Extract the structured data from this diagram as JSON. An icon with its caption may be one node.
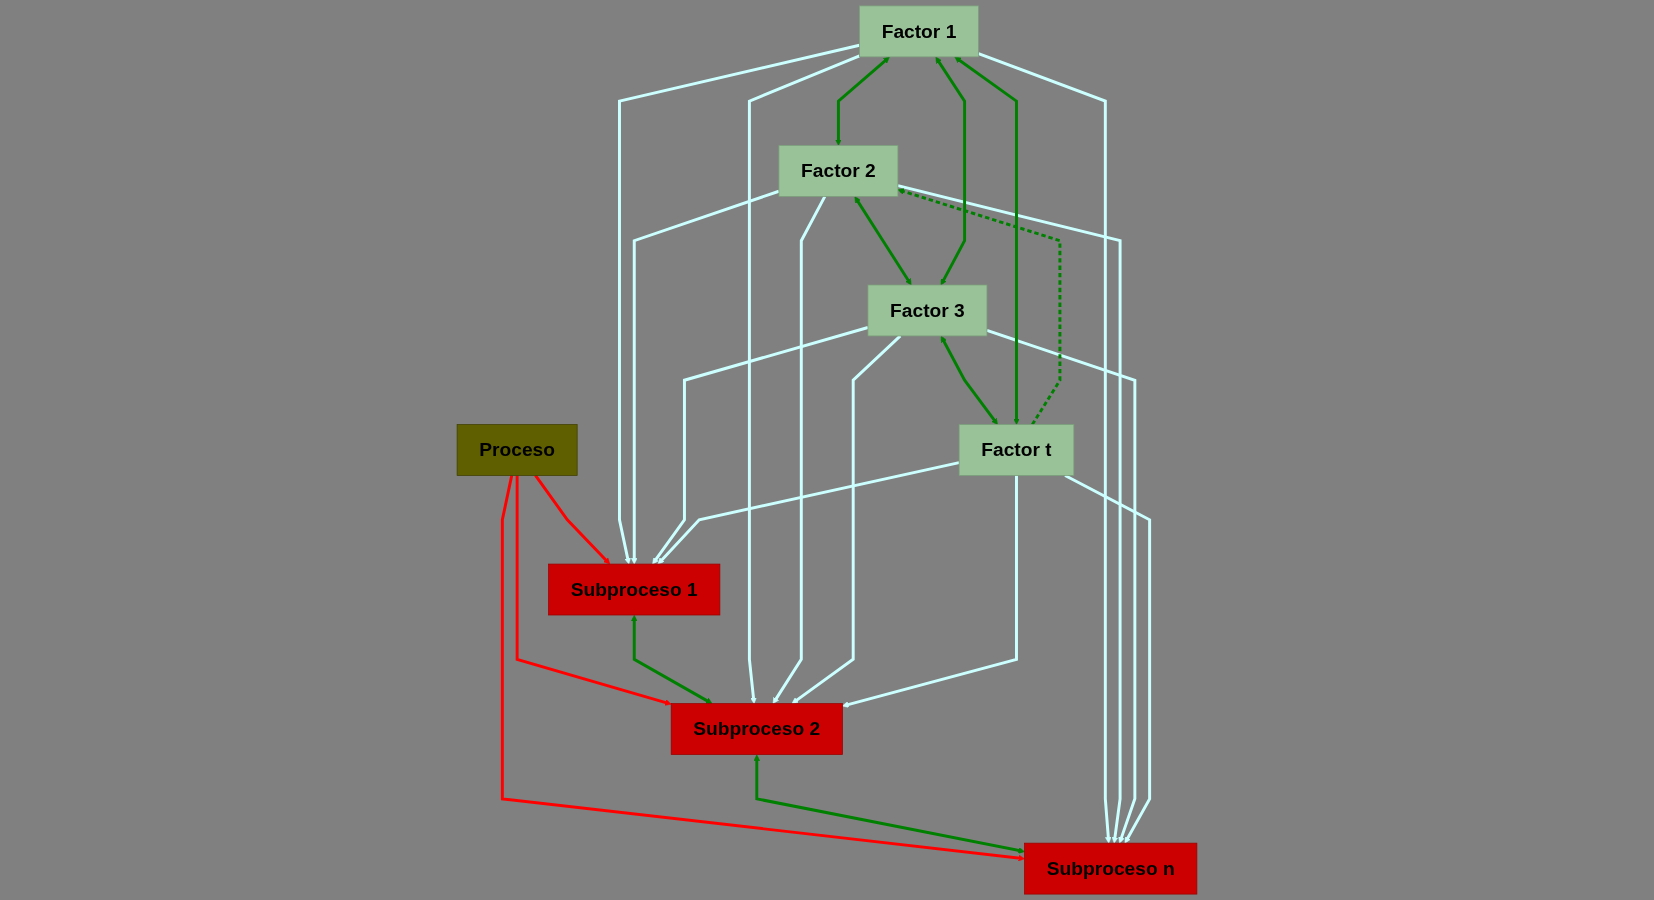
{
  "diagram": {
    "nodes": [
      {
        "text": [
          "Proceso"
        ]
      },
      {
        "text": [
          "Subproceso 1"
        ]
      },
      {
        "text": [
          "Subproceso 2"
        ]
      },
      {
        "text": [
          "Subproceso n"
        ]
      },
      {
        "text": [
          "Factor 1"
        ]
      },
      {
        "text": [
          "Factor 2"
        ]
      },
      {
        "text": [
          "Factor 3"
        ]
      },
      {
        "text": [
          "Factor t"
        ]
      }
    ],
    "edges": [
      {
        "from": 0,
        "to": 1,
        "arrow": "to",
        "color": "#ff0000"
      },
      {
        "from": 0,
        "to": 2,
        "arrow": "to",
        "color": "#ff0000"
      },
      {
        "from": 0,
        "to": 3,
        "arrow": "to",
        "color": "#ff0000"
      },
      {
        "from": 1,
        "to": 2,
        "arrow": "both",
        "color": "#008000"
      },
      {
        "from": 2,
        "to": 3,
        "arrow": "both",
        "color": "#008000"
      },
      {
        "from": 4,
        "to": 1,
        "arrow": "to"
      },
      {
        "from": 4,
        "to": 2,
        "arrow": "to"
      },
      {
        "from": 4,
        "to": 3,
        "arrow": "to"
      },
      {
        "from": 5,
        "to": 1,
        "arrow": "to"
      },
      {
        "from": 5,
        "to": 2,
        "arrow": "to"
      },
      {
        "from": 5,
        "to": 3,
        "arrow": "to"
      },
      {
        "from": 6,
        "to": 1,
        "arrow": "to"
      },
      {
        "from": 6,
        "to": 2,
        "arrow": "to"
      },
      {
        "from": 6,
        "to": 3,
        "arrow": "to"
      },
      {
        "from": 7,
        "to": 1,
        "arrow": "to"
      },
      {
        "from": 7,
        "to": 2,
        "arrow": "to"
      },
      {
        "from": 7,
        "to": 3,
        "arrow": "to"
      },
      {
        "from": 4,
        "to": 5,
        "arrow": "both",
        "color": "#008000"
      },
      {
        "from": 5,
        "to": 6,
        "arrow": "both",
        "color": "#008000"
      },
      {
        "from": 6,
        "to": 7,
        "arrow": "both",
        "color": "#008000"
      },
      {
        "from": 4,
        "to": 6,
        "arrow": "both",
        "color": "#008000"
      },
      {
        "from": 4,
        "to": 7,
        "arrow": "both",
        "color": "#008000"
      },
      {
        "from": 7,
        "to": 5,
        "arrow": "to",
        "style": "dashed",
        "color": "#008000"
      }
    ]
  }
}
